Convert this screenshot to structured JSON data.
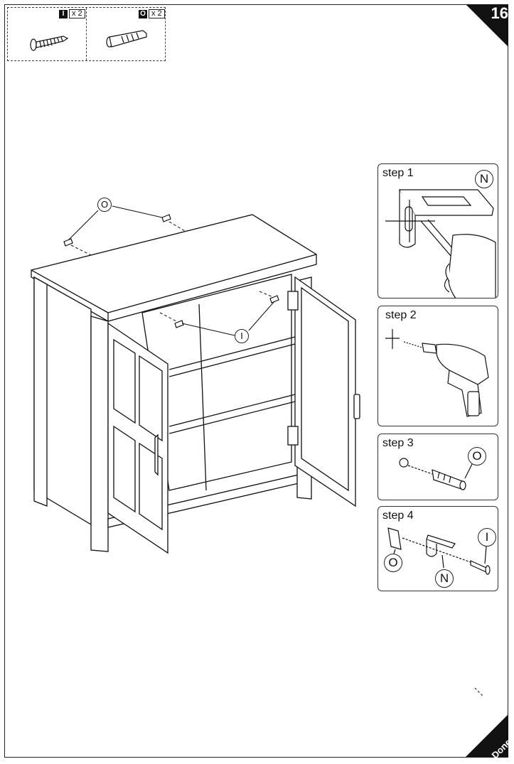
{
  "page_number": "16",
  "parts": [
    {
      "letter": "I",
      "quantity": "x 2",
      "icon": "screw-icon"
    },
    {
      "letter": "O",
      "quantity": "x 2",
      "icon": "wall-anchor-icon"
    }
  ],
  "callouts": {
    "main_O": "O",
    "main_I": "I"
  },
  "steps": [
    {
      "label": "step 1",
      "callout": "N"
    },
    {
      "label": "step 2"
    },
    {
      "label": "step 3",
      "callout": "O"
    },
    {
      "label": "step 4",
      "callouts": [
        "O",
        "N",
        "I"
      ]
    }
  ],
  "done_label": "Done"
}
